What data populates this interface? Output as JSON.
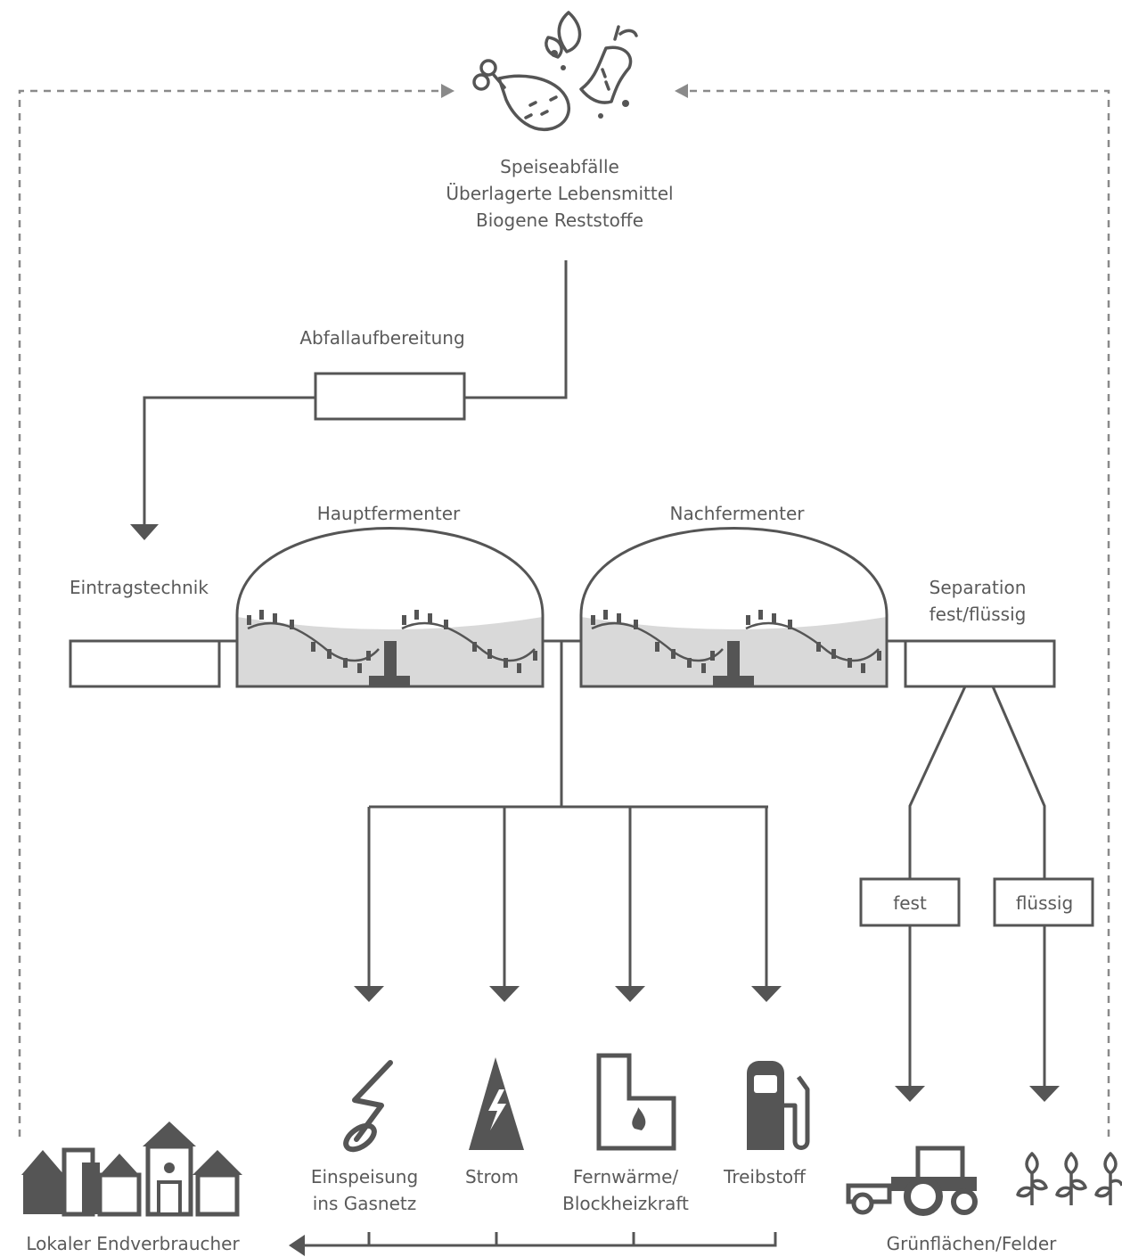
{
  "source": {
    "icon": "food-waste-icon",
    "lines": [
      "Speiseabfälle",
      "Überlagerte Lebensmittel",
      "Biogene Reststoffe"
    ]
  },
  "process": {
    "waste_prep": "Abfallaufbereitung",
    "feed": "Eintragstechnik",
    "main_fermenter": "Hauptfermenter",
    "post_fermenter": "Nachfermenter",
    "separation": [
      "Separation",
      "fest/flüssig"
    ],
    "solid": "fest",
    "liquid": "flüssig"
  },
  "outputs": [
    {
      "icon": "gas-pipe-icon",
      "lines": [
        "Einspeisung",
        "ins Gasnetz"
      ]
    },
    {
      "icon": "power-pylon-icon",
      "lines": [
        "Strom"
      ]
    },
    {
      "icon": "heating-plant-icon",
      "lines": [
        "Fernwärme/",
        "Blockheizkraft"
      ]
    },
    {
      "icon": "fuel-pump-icon",
      "lines": [
        "Treibstoff"
      ]
    }
  ],
  "consumers": {
    "local": {
      "icon": "village-icon",
      "label": "Lokaler Endverbraucher"
    },
    "fields": {
      "icon": "tractor-plants-icon",
      "label": "Grünflächen/Felder"
    }
  },
  "colors": {
    "line": "#555555",
    "dashed": "#8a8a8a",
    "fill": "#d8d8d8",
    "text": "#5a5a5a"
  }
}
